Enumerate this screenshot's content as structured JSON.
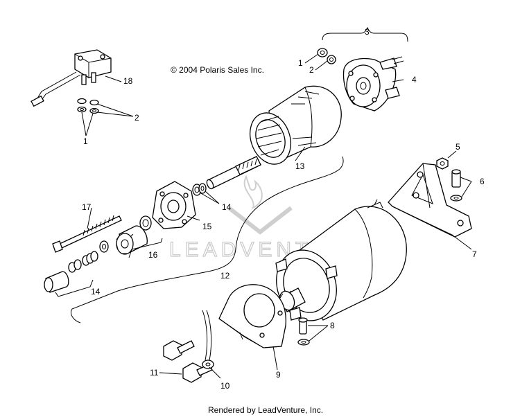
{
  "copyright": "© 2004 Polaris Sales Inc.",
  "footer": "Rendered by LeadVenture, Inc.",
  "watermark": "LEADVENTURE",
  "callouts": {
    "c1_top": "1",
    "c2_top": "2",
    "c3": "3",
    "c4": "4",
    "c18": "18",
    "c2_left": "2",
    "c1_left": "1",
    "c5": "5",
    "c6": "6",
    "c7": "7",
    "c8": "8",
    "c9": "9",
    "c10": "10",
    "c11": "11",
    "c12": "12",
    "c13": "13",
    "c14_mid": "14",
    "c14_low": "14",
    "c15": "15",
    "c16": "16",
    "c17": "17"
  }
}
